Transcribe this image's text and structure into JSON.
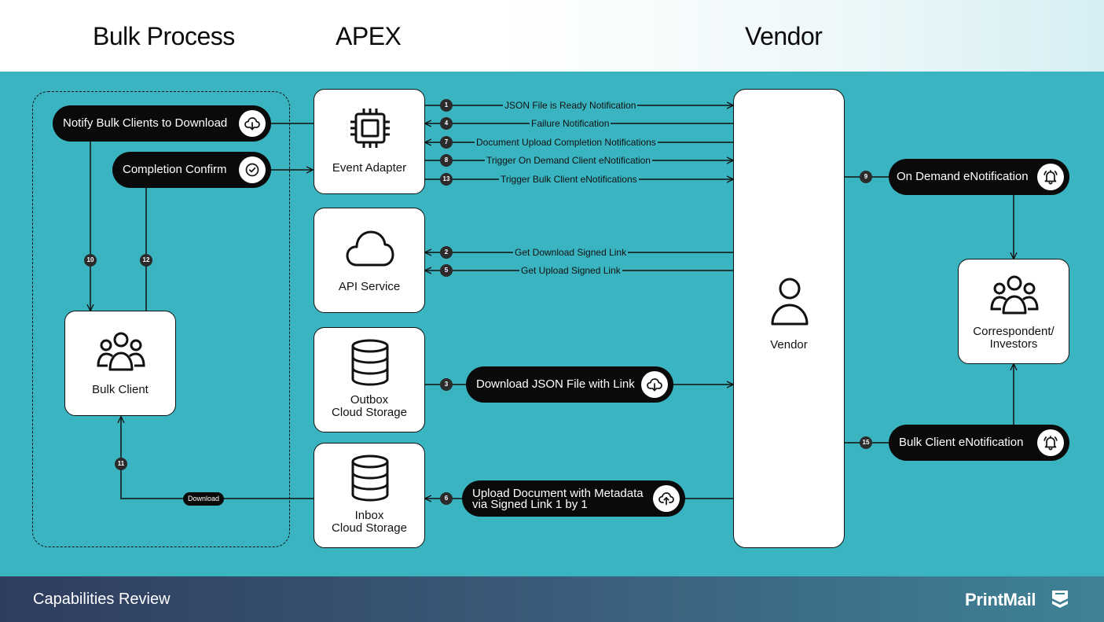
{
  "header": {
    "bulk_process": "Bulk Process",
    "apex": "APEX",
    "vendor": "Vendor"
  },
  "nodes": {
    "event_adapter": "Event Adapter",
    "api_service": "API Service",
    "outbox_line1": "Outbox",
    "outbox_line2": "Cloud Storage",
    "inbox_line1": "Inbox",
    "inbox_line2": "Cloud Storage",
    "vendor": "Vendor",
    "bulk_client": "Bulk Client",
    "correspondent_line1": "Correspondent/",
    "correspondent_line2": "Investors"
  },
  "pills": {
    "notify_bulk": "Notify Bulk Clients to Download",
    "completion_confirm": "Completion Confirm",
    "download_json": "Download JSON File with Link",
    "upload_line1": "Upload Document with Metadata",
    "upload_line2": "via Signed Link 1 by 1",
    "on_demand": "On Demand eNotification",
    "bulk_enotification": "Bulk Client eNotification"
  },
  "edges": {
    "e1": "JSON File is Ready Notification",
    "e4": "Failure Notification",
    "e7": "Document Upload Completion Notifications",
    "e8": "Trigger On Demand Client eNotification",
    "e13": "Trigger Bulk Client eNotifications",
    "e2": "Get Download Signed Link",
    "e5": "Get Upload Signed Link",
    "download_tag": "Download"
  },
  "steps": {
    "s1": "1",
    "s4": "4",
    "s7": "7",
    "s8": "8",
    "s13": "13",
    "s2": "2",
    "s5": "5",
    "s3": "3",
    "s6": "6",
    "s9": "9",
    "s15": "15",
    "s10": "10",
    "s12": "12",
    "s11": "11"
  },
  "footer": {
    "title": "Capabilities Review",
    "brand": "PrintMail"
  },
  "icons": {
    "event_adapter": "cpu-chip-icon",
    "api_service": "cloud-icon",
    "storage": "database-icon",
    "vendor": "user-icon",
    "group": "users-group-icon",
    "download": "cloud-download-icon",
    "upload": "cloud-upload-icon",
    "check": "check-circle-icon",
    "bell": "bell-icon"
  },
  "colors": {
    "background": "#3ab4c0",
    "pill": "#0a0a0a",
    "box": "#ffffff"
  }
}
